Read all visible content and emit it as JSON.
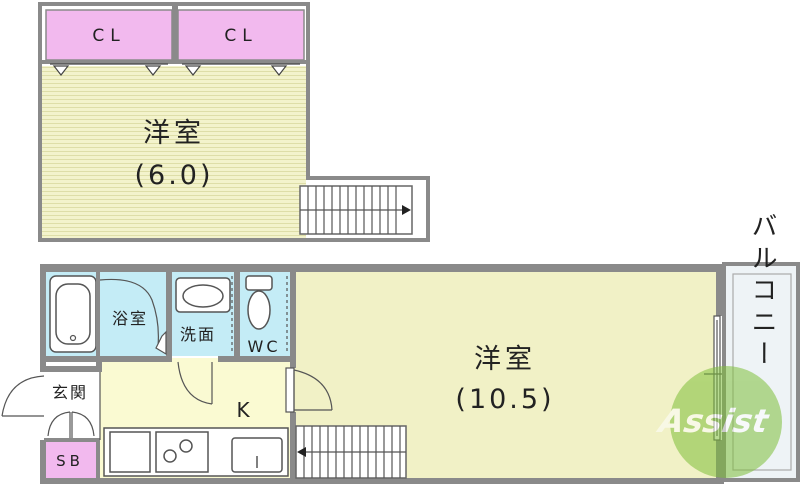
{
  "rooms": {
    "upper_western": {
      "name": "洋室",
      "size": "(6.0)"
    },
    "lower_western": {
      "name": "洋室",
      "size": "(10.5)"
    },
    "closet_left": "CL",
    "closet_right": "CL",
    "bathroom": "浴室",
    "washroom": "洗面",
    "toilet": "WC",
    "kitchen": "K",
    "entrance": "玄関",
    "shoe_box": "SB",
    "balcony": "バルコニー"
  },
  "watermark": "Assist",
  "colors": {
    "wall": "#8a8a8a",
    "western_floor": "#f1f1c6",
    "closet": "#f2b9ee",
    "wet_area": "#c4ecf6",
    "kitchen_floor": "#fafad2",
    "balcony": "#eef3f6",
    "shoe_box": "#f2b9ee",
    "watermark": "#7fbf3a"
  }
}
